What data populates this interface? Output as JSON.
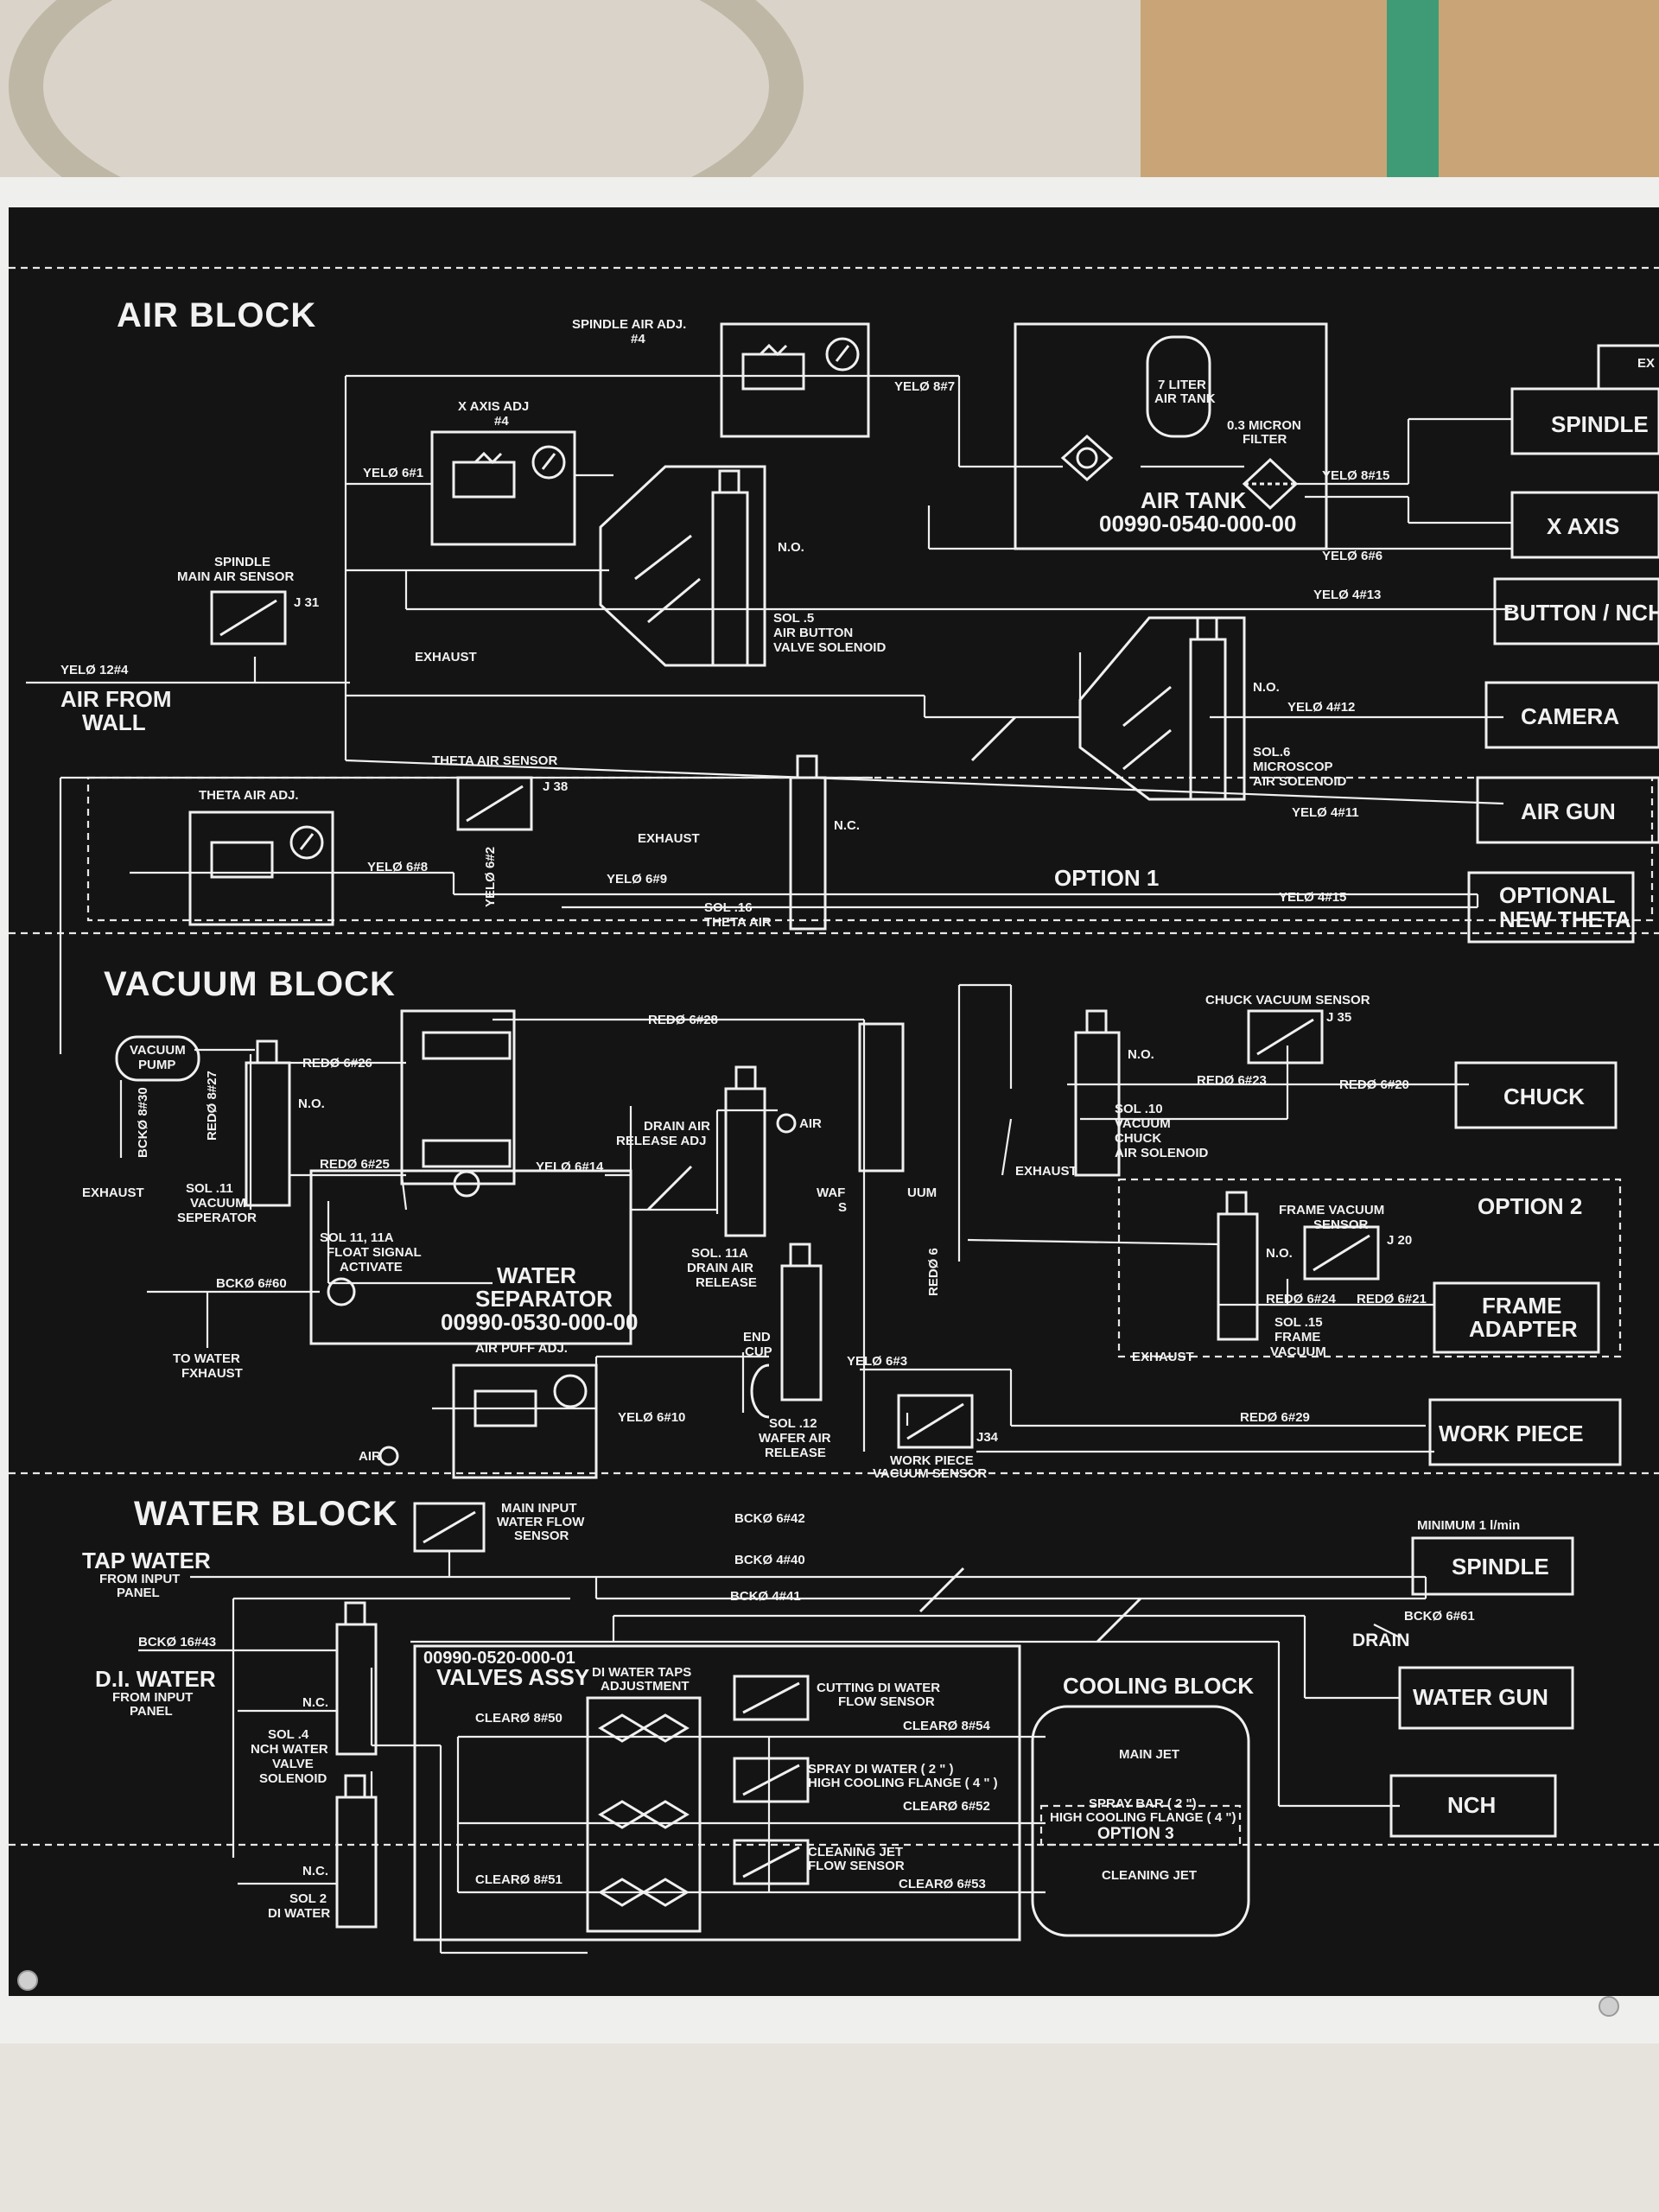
{
  "air_block": {
    "title": "AIR BLOCK",
    "spindle_air_adj": [
      "SPINDLE AIR ADJ.",
      "#4"
    ],
    "x_axis_adj": [
      "X AXIS ADJ",
      "#4"
    ],
    "air_tank": [
      "AIR TANK",
      "00990-0540-000-00"
    ],
    "tank_label": [
      "7 LITER",
      "AIR TANK"
    ],
    "filter_label": [
      "0.3 MICRON",
      "FILTER"
    ],
    "spindle_sensor": [
      "SPINDLE",
      "MAIN AIR SENSOR"
    ],
    "j31": "J 31",
    "air_from_wall": [
      "AIR FROM",
      "WALL"
    ],
    "exhaust": "EXHAUST",
    "no": "N.O.",
    "nc": "N.C.",
    "sol5": [
      "SOL .5",
      "AIR BUTTON",
      "VALVE SOLENOID"
    ],
    "sol6": [
      "SOL.6",
      "MICROSCOP",
      "AIR SOLENOID"
    ],
    "theta_sensor": "THETA AIR SENSOR",
    "j38": "J 38",
    "theta_adj": "THETA AIR ADJ.",
    "sol16": [
      "SOL .16",
      "THETA AIR"
    ],
    "option1": "OPTION  1",
    "lines": {
      "y12_4": "YELØ 12#4",
      "y8_7": "YELØ 8#7",
      "y6_1": "YELØ 6#1",
      "y8_15": "YELØ 8#15",
      "y6_6": "YELØ 6#6",
      "y4_13": "YELØ 4#13",
      "y4_12": "YELØ 4#12",
      "y4_11": "YELØ 4#11",
      "y6_8": "YELØ 6#8",
      "y6_2": "YELØ 6#2",
      "y6_9": "YELØ 6#9",
      "y4_15": "YELØ 4#15"
    },
    "outputs": [
      "SPINDLE",
      "X AXIS",
      "BUTTON / NCH",
      "CAMERA",
      "AIR  GUN"
    ],
    "optional_theta": [
      "OPTIONAL",
      "NEW THETA"
    ],
    "edge_text": "EX"
  },
  "vacuum_block": {
    "title": "VACUUM  BLOCK",
    "vacuum_pump": [
      "VACUUM",
      "PUMP"
    ],
    "exhaust": "EXHAUST",
    "sol11": [
      "SOL .11",
      "VACUUM",
      "SEPERATOR"
    ],
    "sol11a_float": [
      "SOL  11, 11A",
      "FLOAT SIGNAL",
      "ACTIVATE"
    ],
    "water_separator": [
      "WATER",
      "SEPARATOR",
      "00990-0530-000-00"
    ],
    "to_water_exhaust": [
      "TO WATER",
      "FXHAUST"
    ],
    "drain_air": [
      "DRAIN AIR",
      "RELEASE ADJ"
    ],
    "air": "AIR",
    "air_short": "AIR",
    "sol11a_drain": [
      "SOL. 11A",
      "DRAIN AIR",
      "RELEASE"
    ],
    "wafer_vac_partial": [
      "WAF",
      "UUM",
      "S"
    ],
    "end_cup": [
      "END",
      "CUP"
    ],
    "sol12": [
      "SOL .12",
      "WAFER AIR",
      "RELEASE"
    ],
    "work_piece_sensor": [
      "WORK PIECE",
      "VACUUM SENSOR"
    ],
    "j34": "J34",
    "air_puff": "AIR PUFF ADJ.",
    "chuck_sensor": "CHUCK VACUUM SENSOR",
    "j35": "J 35",
    "sol10": [
      "SOL .10",
      "VACUUM",
      "CHUCK",
      "AIR SOLENOID"
    ],
    "frame_sensor": [
      "FRAME VACUUM",
      "SENSOR"
    ],
    "j20": "J 20",
    "sol15": [
      "SOL .15",
      "FRAME",
      "VACUUM"
    ],
    "option2": "OPTION  2",
    "no": "N.O.",
    "lines": {
      "b8_30": "BCKØ 8#30",
      "r8_27": "REDØ 8#27",
      "r6_26": "REDØ 6#26",
      "r6_25": "REDØ 6#25",
      "y6_14": "YELØ 6#14",
      "r6_28": "REDØ 6#28",
      "b6_60": "BCKØ 6#60",
      "y6_10": "YELØ 6#10",
      "y6_3": "YELØ 6#3",
      "r6_23": "REDØ 6#23",
      "r6_20": "REDØ 6#20",
      "r6_24": "REDØ 6#24",
      "r6_21": "REDØ 6#21",
      "r6_29": "REDØ 6#29",
      "r6_vert": "REDØ 6"
    },
    "outputs": [
      "CHUCK",
      "WORK  PIECE"
    ],
    "frame_adapter": [
      "FRAME",
      "ADAPTER"
    ]
  },
  "water_block": {
    "title": "WATER  BLOCK",
    "main_sensor": [
      "MAIN INPUT",
      "WATER FLOW",
      "SENSOR"
    ],
    "tap_water": [
      "TAP  WATER",
      "FROM INPUT",
      "PANEL"
    ],
    "di_water": [
      "D.I.  WATER",
      "FROM INPUT",
      "PANEL"
    ],
    "minimum": "MINIMUM 1 l/min",
    "drain": "DRAIN",
    "valves_assy": [
      "00990-0520-000-01",
      "VALVES ASSY"
    ],
    "di_taps": [
      "DI WATER TAPS",
      "ADJUSTMENT"
    ],
    "cutting_sensor": [
      "CUTTING DI  WATER",
      "FLOW SENSOR"
    ],
    "spray_sensor": [
      "SPRAY DI  WATER  ( 2 \" )",
      "HIGH COOLING FLANGE  ( 4 \" )"
    ],
    "cleaning_sensor": [
      "CLEANING JET",
      "FLOW SENSOR"
    ],
    "cooling_block": "COOLING BLOCK",
    "main_jet": "MAIN JET",
    "spray_bar": [
      "SPRAY BAR ( 2 \")",
      "HIGH COOLING FLANGE ( 4 \")"
    ],
    "option3": "OPTION  3",
    "cleaning_jet": "CLEANING JET",
    "sol4": [
      "SOL .4",
      "NCH WATER",
      "VALVE",
      "SOLENOID"
    ],
    "sol2": [
      "SOL 2",
      "DI  WATER"
    ],
    "nc": "N.C.",
    "lines": {
      "b6_42": "BCKØ 6#42",
      "b4_40": "BCKØ 4#40",
      "b4_41": "BCKØ 4#41",
      "b16_43": "BCKØ 16#43",
      "b6_61": "BCKØ 6#61",
      "c8_50": "CLEARØ 8#50",
      "c8_51": "CLEARØ 8#51",
      "c8_54": "CLEARØ 8#54",
      "c6_52": "CLEARØ 6#52",
      "c6_53": "CLEARØ 6#53"
    },
    "outputs": [
      "SPINDLE",
      "WATER   GUN",
      "NCH"
    ]
  },
  "colors": {
    "panel": "#141414",
    "ink": "#f2f2f2",
    "frame": "#efefed"
  }
}
